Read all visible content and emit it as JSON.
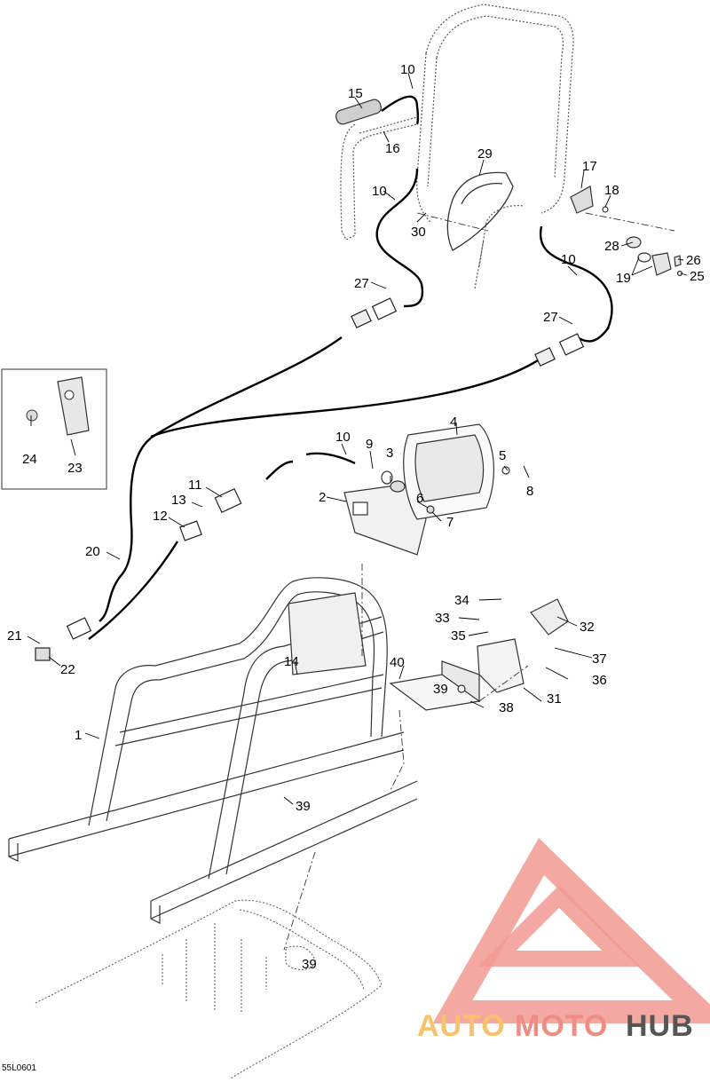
{
  "diagram": {
    "code": "55L0601",
    "watermark": {
      "part1": "AUTO",
      "part2": "MOTO",
      "part3": "HUB",
      "colors": {
        "auto": "#f7c26b",
        "moto": "#ef8c84",
        "hub": "#555555",
        "logo": "#f19a92"
      }
    },
    "callouts": {
      "n1": "1",
      "n2": "2",
      "n3": "3",
      "n4": "4",
      "n5": "5",
      "n6": "6",
      "n7": "7",
      "n8": "8",
      "n9": "9",
      "n10a": "10",
      "n10b": "10",
      "n10c": "10",
      "n10d": "10",
      "n11": "11",
      "n12": "12",
      "n13": "13",
      "n14": "14",
      "n15": "15",
      "n16": "16",
      "n17": "17",
      "n18": "18",
      "n19": "19",
      "n20": "20",
      "n21": "21",
      "n22": "22",
      "n23": "23",
      "n24": "24",
      "n25": "25",
      "n26": "26",
      "n27a": "27",
      "n27b": "27",
      "n28": "28",
      "n29": "29",
      "n30": "30",
      "n31": "31",
      "n32": "32",
      "n33": "33",
      "n34": "34",
      "n35": "35",
      "n36": "36",
      "n37": "37",
      "n38": "38",
      "n39a": "39",
      "n39b": "39",
      "n39c": "39",
      "n40": "40"
    }
  }
}
